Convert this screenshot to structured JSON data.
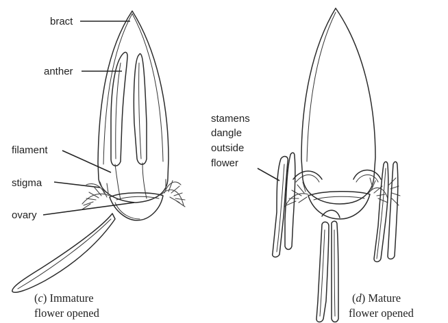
{
  "labels": {
    "bract": "bract",
    "anther": "anther",
    "filament": "filament",
    "stigma": "stigma",
    "ovary": "ovary",
    "stamens_line1": "stamens",
    "stamens_line2": "dangle",
    "stamens_line3": "outside",
    "stamens_line4": "flower"
  },
  "captions": {
    "c": {
      "letter": "c",
      "line1_rest": " Immature",
      "line2": "flower opened"
    },
    "d": {
      "letter": "d",
      "line1_rest": " Mature",
      "line2": "flower opened"
    }
  }
}
